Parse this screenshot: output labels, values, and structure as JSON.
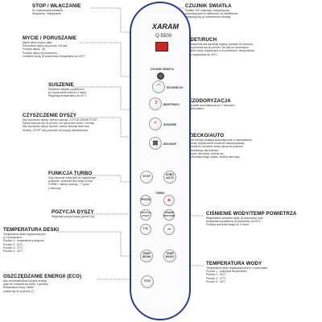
{
  "remote": {
    "brand": "XARAM",
    "model": "Q-5500",
    "top_label": "CZUJNIK ŚWIATŁA",
    "btn_myc": "MYCIE/RUCH",
    "btn_bidet": "BIDET/RUCH",
    "btn_suszenie": "SUSZENIE",
    "btn_dezod": "DEZODOR",
    "btn_stop": "STOP",
    "btn_auto": "SOBO AUTO",
    "btn_turbo": "TURBO",
    "btn_przod": "PRZÓD",
    "btn_tyl": "TYŁ",
    "btn_pozycja": "POZYCJA DYSZY",
    "btn_cisnienie": "CIŚNIENIE WODY/TEMP",
    "btn_temp_deski": "TEMP DESKI",
    "btn_temp_wody": "TEMP WODY",
    "btn_eco": "ECO",
    "plus": "+",
    "minus": "−"
  },
  "annotations": {
    "stop": {
      "title": "STOP / WŁĄCZANIE",
      "desc": "Do zatrzymania działania\nWłączanie / Wyłączanie"
    },
    "mycie": {
      "title": "MYCIE / PORUSZANIE",
      "desc": "Mycie tylnej części ciała.\nPoruszanie dyszą do przodu i do tyłu.\nPozycja dyszy - tył.\nPozycja dyszy (8 poziomów) \nCiśnienie wody (5 poziomów)/ temperatura do 40°C"
    },
    "suszenie": {
      "title": "SUSZENIE",
      "desc": "Suszenie ciepłym powietrzem\npo czyszczeniu trwa do 3 minut.\nRegulacja temperatury do 40°C"
    },
    "czyszczenie": {
      "title": "CZYSZCZENIE DYSZY",
      "desc": "Aby wyczyścić dyszę, należy wcisnąć „CZYSZCZENIE DYSZ”.\nDysza wysuwa się do przodu i do tyłu przez około 1 minutę.\nAby wyczyścić dyszę ręcznie, należy wcisnąć dwa razy.\nWciśnij „STOP” aby powrócić do pozycji standardowej."
    },
    "turbo": {
      "title": "FUNKCJA TURBO",
      "desc": "Gdy ciśnienie wody jest na najwyższym\npoziomie, wówczas aby wejść w tryb\nTURBO, należy wcisnąć „+” przez\n2 sekundy."
    },
    "pozycja": {
      "title": "POZYCJA DYSZY",
      "desc": "Regulacja pozycji dyszy (przód, tył)."
    },
    "temp_deski": {
      "title": "TEMPERATURA DESKI",
      "desc": "Temperatura deski regulowana jest\nw 4 poziomach:\nPoziom 1 : temperatura pokojowa\nPoziom 2 : 34°C\nPoziom 3 : 37°C\nPoziom 4 : 40°C"
    },
    "eco": {
      "title": "OSZCZĘDZANIE ENERGII (ECO)",
      "desc": "Aby zminimalizować zużycie energii\n(gdy nie korzysta się przez 1 godzinę\ntemperatura wody i deski\nobniża się do poziomu 2)"
    },
    "czujnik": {
      "title": "CZUJNIK ŚWIATŁA",
      "desc": "Światła LED włączają i wyłączają się\nautomatycznie w zależności od oświetlenia i\nwyłączają się po zakończeniu obsługi."
    },
    "bidet": {
      "title": "BIDET/RUCH",
      "desc": "Przeznaczone dla damskiej higieny (natrysk 80 sekund).\nDysza porusza się do przodu i do tyłu po naciśnięciu.\nCiśnienie wody regulowane w 8 poziomach i temperatura\nwody regulowana do 40°C."
    },
    "dezod": {
      "title": "DEZODORYZACJA",
      "desc": "Wyłączanie automatyczne po 2 minutach\n/ 30 sekundach."
    },
    "auto": {
      "title": "DZIECKO/AUTO",
      "desc": "Główne funkcje działają automatycznie w odpowiedniej\nsekwencji (czyszczenie-suszenie-dezodoryzacja).\nTemperatura i ciśnienie wody dyszy do poziomu\nodpowiedniego dla dziecka.\nOn użyciu dla dzieci, wciśnij raz.\nDo automatycznego użytku, wciśnij dwa razy."
    },
    "cisnienie": {
      "title": "CIŚNIENIE WODY/TEMP POWIETRZA",
      "desc": "Regulowane ciśnienie wody (8 poziomów) oraz\ntemperatura powietrza (8 poziomów) do 60°C.\nFunkcja suszenia trwają do 3 minut."
    },
    "temp_wody": {
      "title": "TEMPERATURA WODY",
      "desc": "Temperatura wody regulowana jest w 4 poziomach:\nPoziom 1 : pokojowa temperatura\nPoziom 2 : 34°C\nPoziom 3 : 37°C\nPoziom 4 : 40°C"
    }
  }
}
